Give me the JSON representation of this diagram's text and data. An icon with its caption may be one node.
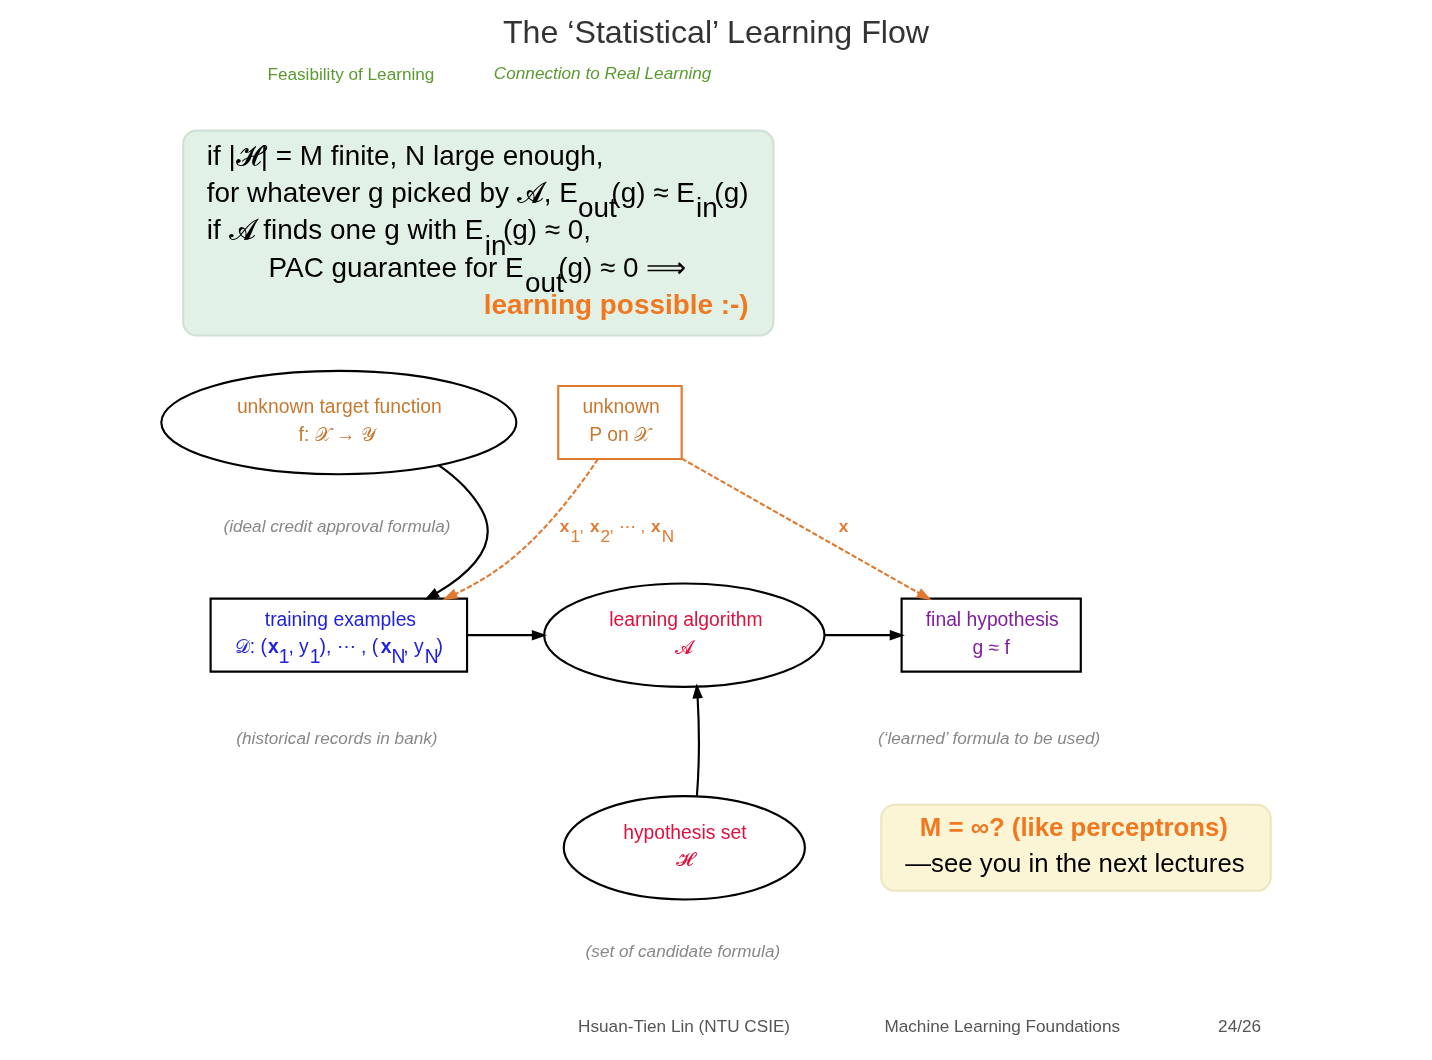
{
  "diagram": {
    "title": "The ‘Statistical’ Learning Flow",
    "nodes": [
      {
        "text": [
          "if |𝓗| = M finite, N large enough,",
          "for whatever g picked by 𝓐, E$_{out}$(g) ≈ E$_{in}$(g)",
          "if 𝓐 finds one g with E$_{in}$(g) ≈ 0,",
          "PAC guarantee for E$_{out}$(g) ≈ 0 ⟹",
          "learning possible :-)"
        ]
      },
      {
        "text": [
          "unknown target function",
          "f: 𝒳 → 𝒴"
        ],
        "beside": [
          "(ideal credit approval formula)"
        ]
      },
      {
        "text": [
          "unknown",
          "P on 𝒳"
        ]
      },
      {
        "text": [
          "training examples",
          "𝒟: (**x**$_{1}$, y$_{1}$), ⋯ , (**x**$_{N}$, y$_{N}$)"
        ],
        "beside": [
          "(historical records in bank)"
        ]
      },
      {
        "text": [
          "learning algorithm",
          "𝓐"
        ]
      },
      {
        "text": [
          "final hypothesis",
          "g ≈ f"
        ],
        "beside": [
          "(‘learned’ formula to be used)"
        ]
      },
      {
        "text": [
          "hypothesis set",
          "𝓗"
        ],
        "beside": [
          "(set of candidate formula)"
        ]
      },
      {
        "text": [
          "M = ∞? (like perceptrons)",
          "—see you in the next lectures"
        ]
      }
    ],
    "edges": [
      {
        "from": 1,
        "to": 3,
        "arrow": "to"
      },
      {
        "from": 2,
        "to": 3,
        "arrow": "to",
        "label": "**x**$_{1}$, **x**$_{2}$, ⋯ , **x**$_{N}$",
        "style": "dashed",
        "color": "#e07a30"
      },
      {
        "from": 2,
        "to": 5,
        "arrow": "to",
        "label": "**x**",
        "style": "dashed",
        "color": "#e07a30"
      },
      {
        "from": 3,
        "to": 4,
        "arrow": "to"
      },
      {
        "from": 4,
        "to": 5,
        "arrow": "to"
      },
      {
        "from": 6,
        "to": 4,
        "arrow": "to"
      }
    ],
    "labels": [
      "Feasibility of Learning",
      "Connection to Real Learning",
      "Hsuan-Tien Lin (NTU CSIE)",
      "Machine Learning Foundations",
      "24/26"
    ]
  }
}
